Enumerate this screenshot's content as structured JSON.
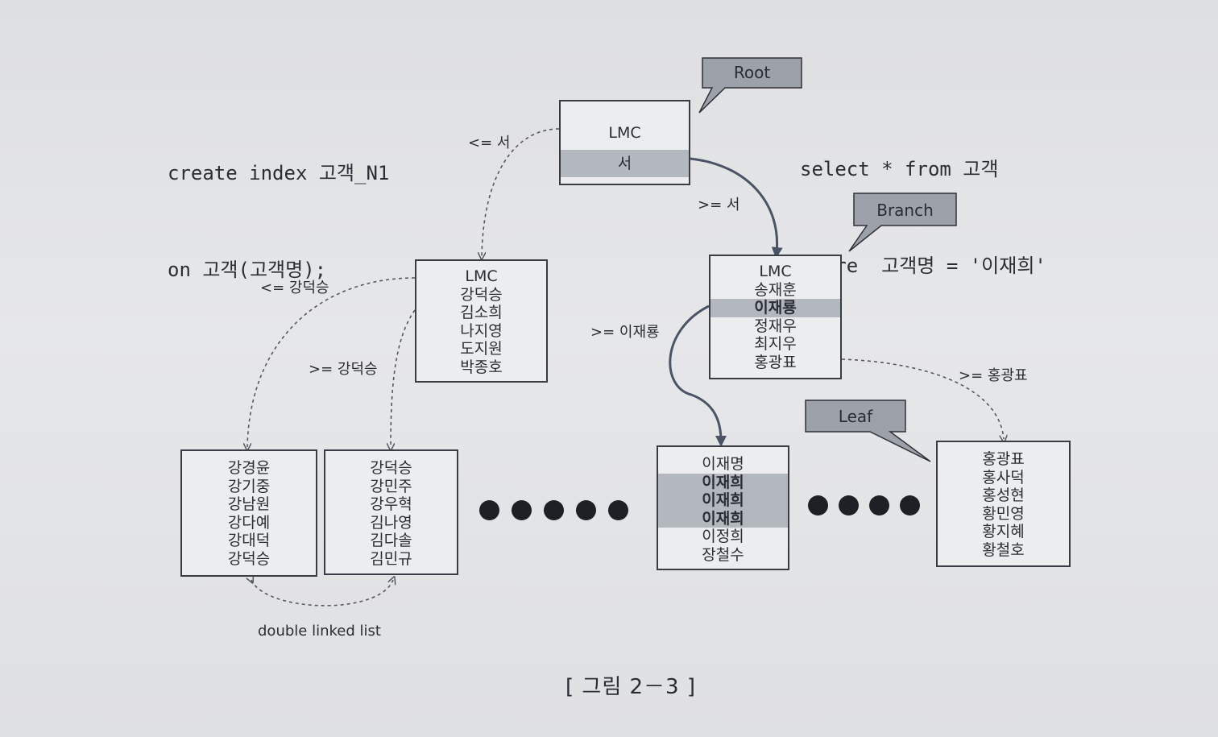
{
  "code_left": [
    "create index 고객_N1",
    "on 고객(고객명);"
  ],
  "code_right": [
    "select * from 고객",
    "where  고객명 = '이재희'"
  ],
  "callouts": {
    "root": "Root",
    "branch": "Branch",
    "leaf": "Leaf"
  },
  "root_block": [
    "LMC",
    "서"
  ],
  "branch_left": [
    "LMC",
    "강덕승",
    "김소희",
    "나지영",
    "도지원",
    "박종호"
  ],
  "branch_right": [
    "LMC",
    "송재훈",
    "이재룡",
    "정재우",
    "최지우",
    "홍광표"
  ],
  "leaf1": [
    "강경윤",
    "강기중",
    "강남원",
    "강다예",
    "강대덕",
    "강덕승"
  ],
  "leaf2": [
    "강덕승",
    "강민주",
    "강우혁",
    "김나영",
    "김다솔",
    "김민규"
  ],
  "leaf3": [
    "이재명",
    "이재희",
    "이재희",
    "이재희",
    "이정희",
    "장철수"
  ],
  "leaf4": [
    "홍광표",
    "홍사덕",
    "홍성현",
    "황민영",
    "황지혜",
    "황철호"
  ],
  "edge_labels": {
    "root_le": "<= 서",
    "root_ge": ">= 서",
    "bl_le": "<= 강덕승",
    "bl_ge": ">= 강덕승",
    "br_ge_lee": ">= 이재룡",
    "br_ge_hong": ">= 홍광표",
    "double_linked": "double linked list"
  },
  "caption": "[ 그림 2－3 ]",
  "colors": {
    "highlight": "#b3b7be",
    "ink": "#2b2d35",
    "callout": "#9da2aa"
  }
}
